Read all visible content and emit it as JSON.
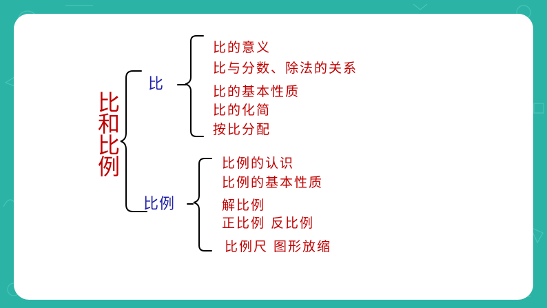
{
  "title_chars": [
    "比",
    "和",
    "比",
    "例"
  ],
  "branches": {
    "bi": {
      "label": "比",
      "items": [
        "比的意义",
        "比与分数、除法的关系",
        "比的基本性质",
        "比的化简",
        "按比分配"
      ]
    },
    "bili": {
      "label": "比例",
      "items": [
        "比例的认识",
        "比例的基本性质",
        "解比例",
        "正比例   反比例",
        "比例尺  图形放缩"
      ]
    }
  },
  "colors": {
    "background": "#2bb3a6",
    "board": "#ffffff",
    "item_text": "#c00000",
    "branch_text": "#1f1fa8",
    "brace": "#000000"
  }
}
